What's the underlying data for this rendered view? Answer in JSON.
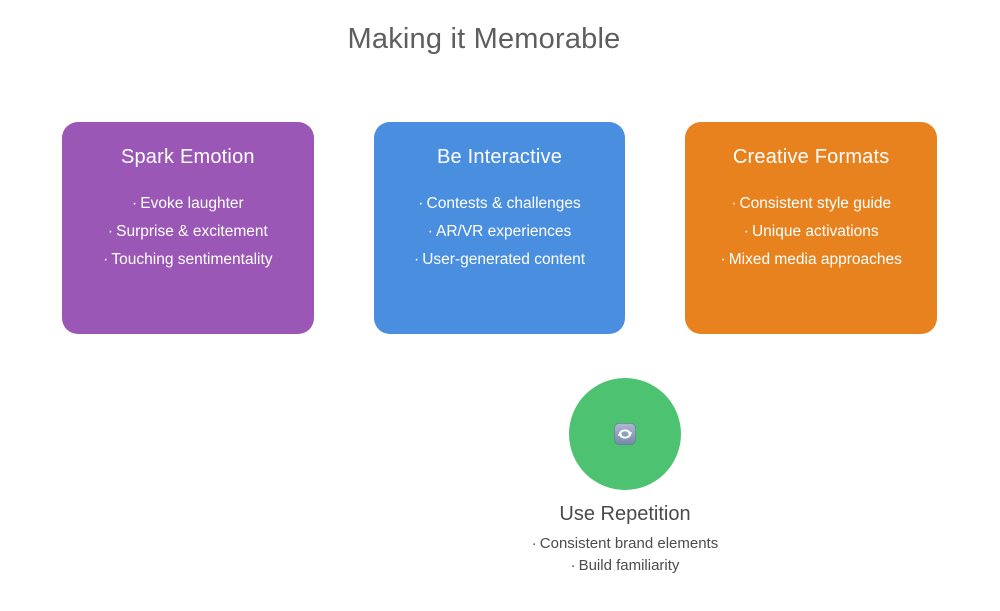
{
  "slide": {
    "title": "Making it Memorable"
  },
  "cards": [
    {
      "title": "Spark Emotion",
      "color": "#9A57B5",
      "bullets": [
        "Evoke laughter",
        "Surprise & excitement",
        "Touching sentimentality"
      ]
    },
    {
      "title": "Be Interactive",
      "color": "#4A8EE0",
      "bullets": [
        "Contests & challenges",
        "AR/VR experiences",
        "User-generated content"
      ]
    },
    {
      "title": "Creative Formats",
      "color": "#E8821F",
      "bullets": [
        "Consistent style guide",
        "Unique activations",
        "Mixed media approaches"
      ]
    }
  ],
  "repetition": {
    "icon": "repeat-icon",
    "circle_color": "#4DC271",
    "title": "Use Repetition",
    "bullets": [
      "Consistent brand elements",
      "Build familiarity"
    ]
  },
  "colors": {
    "background": "#FFFFFF",
    "title_text": "#5E5E5E",
    "card_text": "#FFFFFF",
    "footer_text": "#4A4A4A",
    "icon_square_top": "#ACBACF",
    "icon_square_bottom": "#7489A8"
  }
}
